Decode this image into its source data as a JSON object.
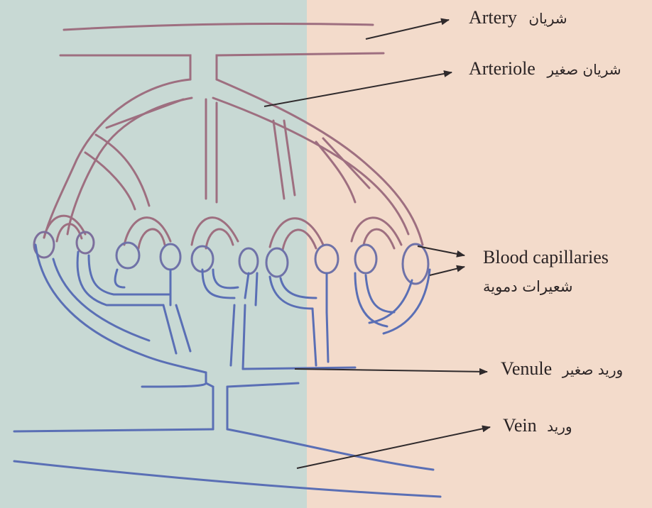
{
  "labels": {
    "artery_en": "Artery",
    "artery_ar": "شريان",
    "arteriole_en": "Arteriole",
    "arteriole_ar": "شريان صغير",
    "capillaries_en": "Blood capillaries",
    "capillaries_ar": "شعيرات دموية",
    "venule_en": "Venule",
    "venule_ar": "وريد صغير",
    "vein_en": "Vein",
    "vein_ar": "وريد"
  },
  "colors": {
    "artery": "#9e6f80",
    "vein": "#5a6fb5",
    "arrow": "#2f2a2c",
    "background_left": "#c8d9d4",
    "background_right": "#f3dbcb"
  }
}
